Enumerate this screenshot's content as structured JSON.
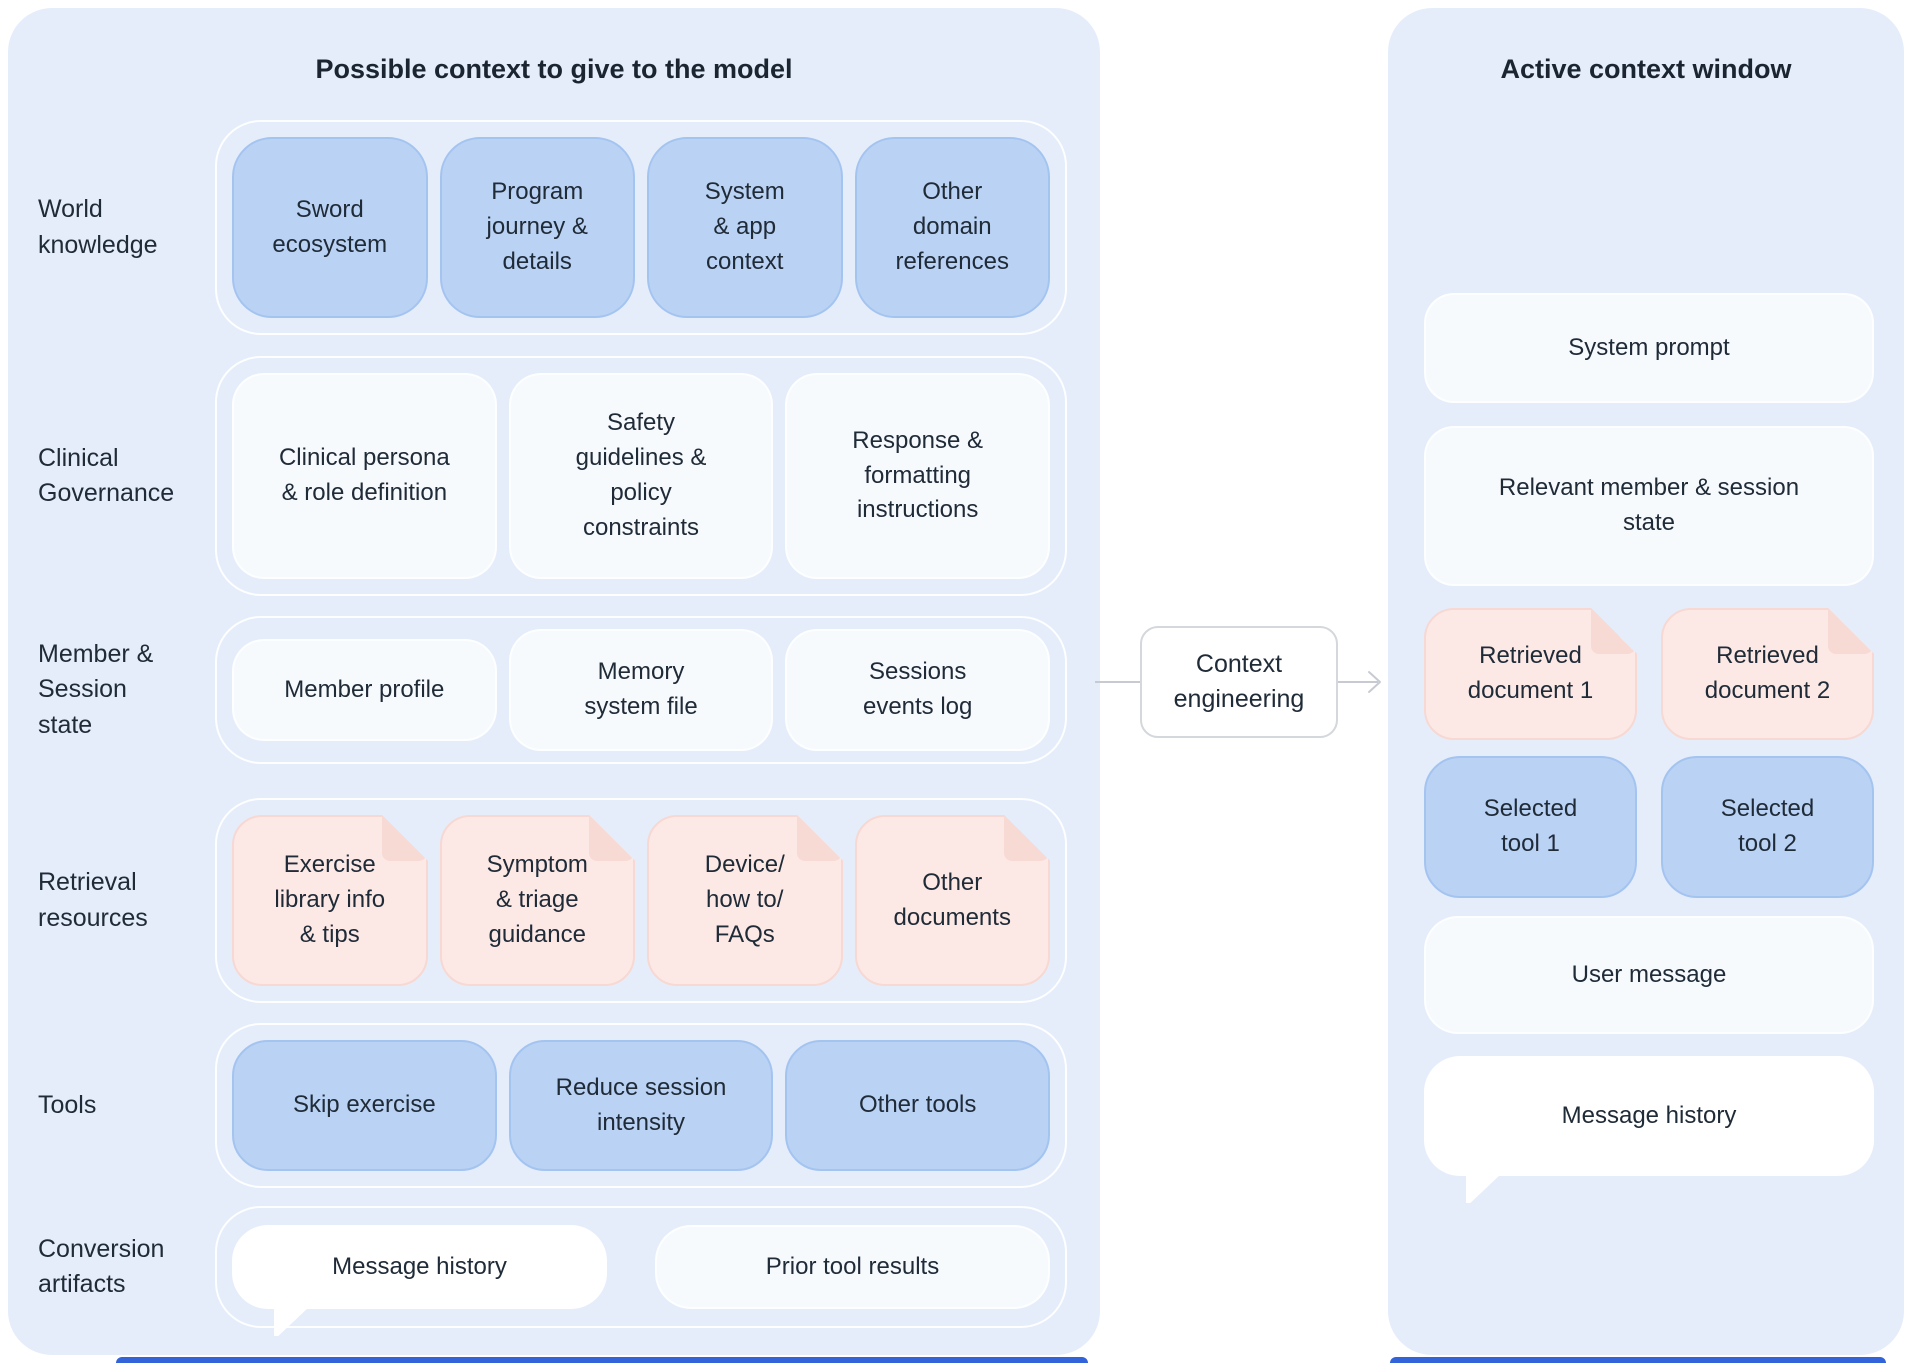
{
  "colors": {
    "panel": "#e5edfb",
    "chip_blue": "#bad2f4",
    "chip_blue_border": "#a4c4f0",
    "chip_light": "#f7fafd",
    "chip_white": "#ffffff",
    "doc_fill": "#fce9e6",
    "doc_border": "#f7d8d2",
    "doc_fold": "#f8dad4",
    "text": "#202b38",
    "connector": "#c7cbd1",
    "bottom_bar": "#3263d8"
  },
  "left_panel": {
    "title": "Possible context to give to the model",
    "rows": [
      {
        "label": "World\nknowledge",
        "chips": [
          {
            "text": "Sword\necosystem"
          },
          {
            "text": "Program\njourney &\ndetails"
          },
          {
            "text": "System\n& app\ncontext"
          },
          {
            "text": "Other\ndomain\nreferences"
          }
        ]
      },
      {
        "label": "Clinical\nGovernance",
        "chips": [
          {
            "text": "Clinical persona\n& role definition"
          },
          {
            "text": "Safety\nguidelines &\npolicy\nconstraints"
          },
          {
            "text": "Response &\nformatting\ninstructions"
          }
        ]
      },
      {
        "label": "Member &\nSession\nstate",
        "chips": [
          {
            "text": "Member profile"
          },
          {
            "text": "Memory\nsystem file"
          },
          {
            "text": "Sessions\nevents log"
          }
        ]
      },
      {
        "label": "Retrieval\nresources",
        "chips": [
          {
            "text": "Exercise\nlibrary info\n& tips"
          },
          {
            "text": "Symptom\n& triage\nguidance"
          },
          {
            "text": "Device/\nhow to/\nFAQs"
          },
          {
            "text": "Other\ndocuments"
          }
        ]
      },
      {
        "label": "Tools",
        "chips": [
          {
            "text": "Skip exercise"
          },
          {
            "text": "Reduce session\nintensity"
          },
          {
            "text": "Other tools"
          }
        ]
      },
      {
        "label": "Conversion\nartifacts",
        "chips": [
          {
            "text": "Message history"
          },
          {
            "text": "Prior tool results"
          }
        ]
      }
    ]
  },
  "connector": {
    "label": "Context\nengineering"
  },
  "right_panel": {
    "title": "Active context window",
    "items": {
      "system_prompt": "System prompt",
      "member_state": "Relevant member & session\nstate",
      "doc1": "Retrieved\ndocument 1",
      "doc2": "Retrieved\ndocument 2",
      "tool1": "Selected\ntool 1",
      "tool2": "Selected\ntool 2",
      "user_message": "User message",
      "message_history": "Message history"
    }
  }
}
